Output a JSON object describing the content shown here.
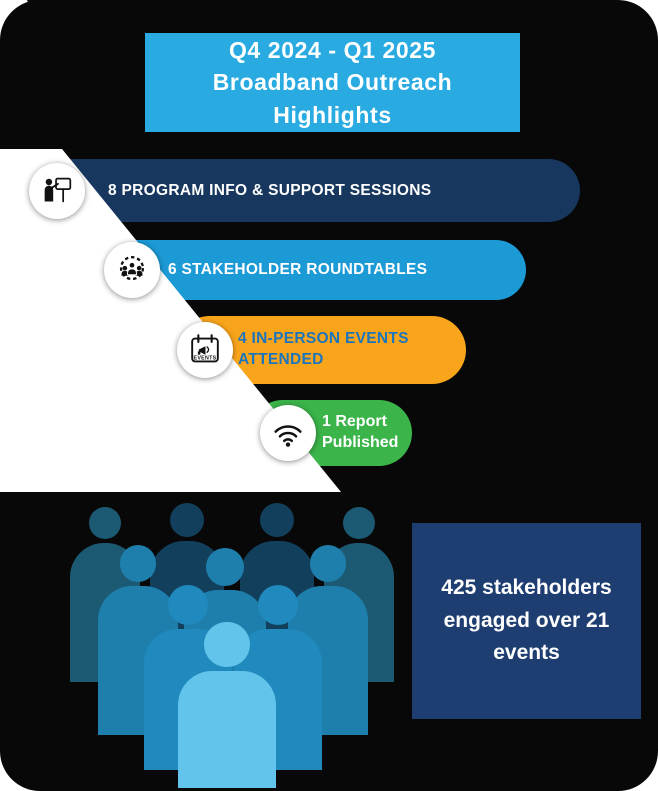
{
  "title": {
    "line1": "Q4 2024 - Q1 2025",
    "line2": "Broadband Outreach",
    "line3": "Highlights",
    "bg_color": "#29ABE2",
    "text_color": "#FFFFFF"
  },
  "bars": [
    {
      "label": "8 PROGRAM INFO & SUPPORT SESSIONS",
      "bg_color": "#17375E",
      "text_color": "#FFFFFF",
      "icon": "presenter-icon"
    },
    {
      "label": "6 STAKEHOLDER ROUNDTABLES",
      "bg_color": "#1C9AD6",
      "text_color": "#FFFFFF",
      "icon": "people-gear-icon"
    },
    {
      "label": "4 IN-PERSON EVENTS ATTENDED",
      "bg_color": "#F9A51C",
      "text_color": "#1C75BC",
      "icon": "events-calendar-icon"
    },
    {
      "label": "1 Report Published",
      "bg_color": "#3BB54A",
      "text_color": "#FFFFFF",
      "icon": "wifi-icon"
    }
  ],
  "events_calendar_label": "EVENTS",
  "stat_box": {
    "text": "425 stakeholders engaged over 21 events",
    "bg_color": "#1E3D70",
    "text_color": "#FFFFFF"
  },
  "crowd": {
    "colors": [
      "#1C5A74",
      "#123F5C",
      "#1E7FAC",
      "#2089BD",
      "#62C4EA"
    ]
  },
  "chart_data": {
    "type": "bar",
    "title": "Q4 2024 - Q1 2025 Broadband Outreach Highlights",
    "categories": [
      "Program info & support sessions",
      "Stakeholder roundtables",
      "In-person events attended",
      "Reports published"
    ],
    "values": [
      8,
      6,
      4,
      1
    ],
    "annotations": [
      "425 stakeholders engaged over 21 events"
    ],
    "legend_position": "none",
    "grid": false
  }
}
